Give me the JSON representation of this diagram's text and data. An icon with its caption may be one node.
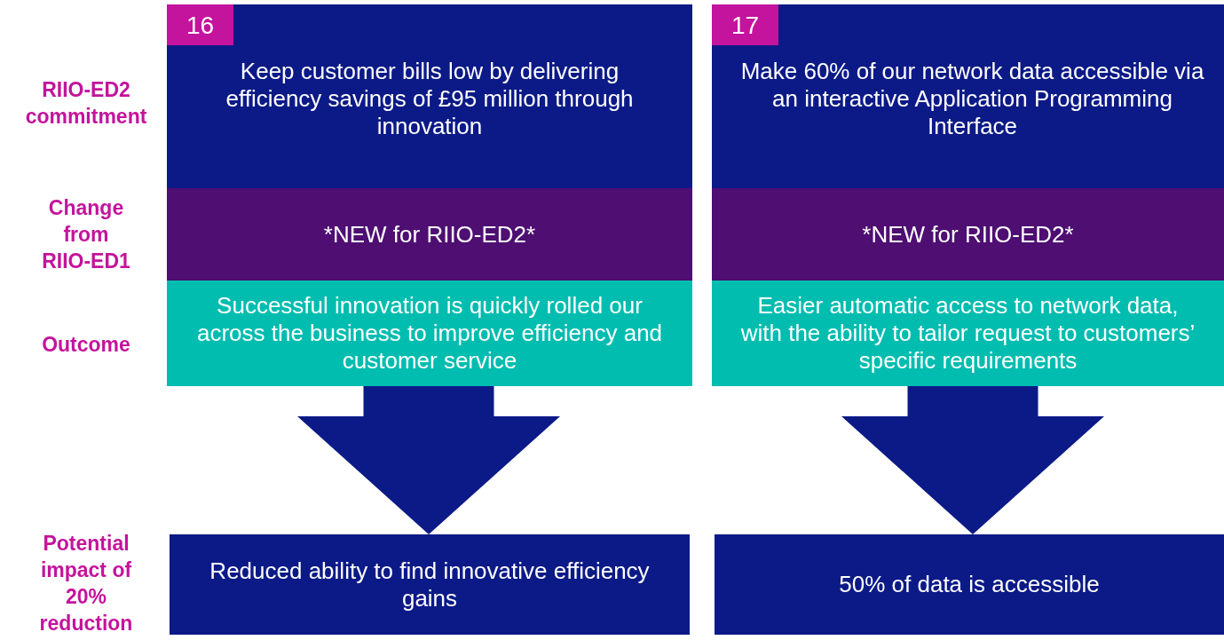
{
  "diagram": {
    "nodes": [
      {
        "text": [
          "Keep customer bills low by delivering efficiency savings of £95 million through innovation"
        ]
      },
      {
        "text": [
          "16"
        ],
        "in": 0
      },
      {
        "text": [
          "*NEW for RIIO-ED2*"
        ]
      },
      {
        "text": [
          "Successful innovation is quickly rolled our across the business to improve efficiency and customer service"
        ]
      },
      {
        "text": [
          "Reduced ability to find innovative efficiency gains"
        ]
      },
      {
        "text": [
          "Make 60% of our network data accessible via an interactive Application Programming Interface"
        ]
      },
      {
        "text": [
          "17"
        ],
        "in": 5
      },
      {
        "text": [
          "*NEW for RIIO-ED2*"
        ]
      },
      {
        "text": [
          "Easier automatic access to network data, with the ability to tailor request to customers’ specific requirements"
        ]
      },
      {
        "text": [
          "50% of data is accessible"
        ]
      }
    ],
    "edges": [
      {
        "from": 3,
        "to": 4,
        "arrow": "to"
      },
      {
        "from": 8,
        "to": 9,
        "arrow": "to"
      }
    ],
    "labels": [
      "RIIO-ED2 commitment",
      "Change from RIIO-ED1",
      "Outcome",
      "Potential impact of 20% reduction"
    ]
  }
}
